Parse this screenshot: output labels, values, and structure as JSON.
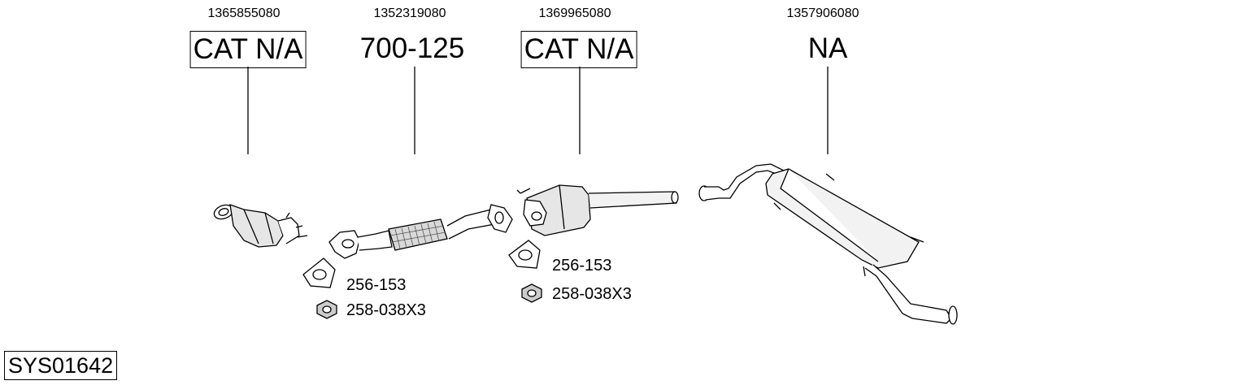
{
  "parts": [
    {
      "oe": "1365855080",
      "code": "CAT N/A",
      "boxed": true
    },
    {
      "oe": "1352319080",
      "code": "700-125",
      "boxed": false
    },
    {
      "oe": "1369965080",
      "code": "CAT N/A",
      "boxed": true
    },
    {
      "oe": "1357906080",
      "code": "NA",
      "boxed": false
    }
  ],
  "accessories": [
    {
      "gasket": "256-153",
      "nut": "258-038X3"
    },
    {
      "gasket": "256-153",
      "nut": "258-038X3"
    }
  ],
  "system_code": "SYS01642"
}
